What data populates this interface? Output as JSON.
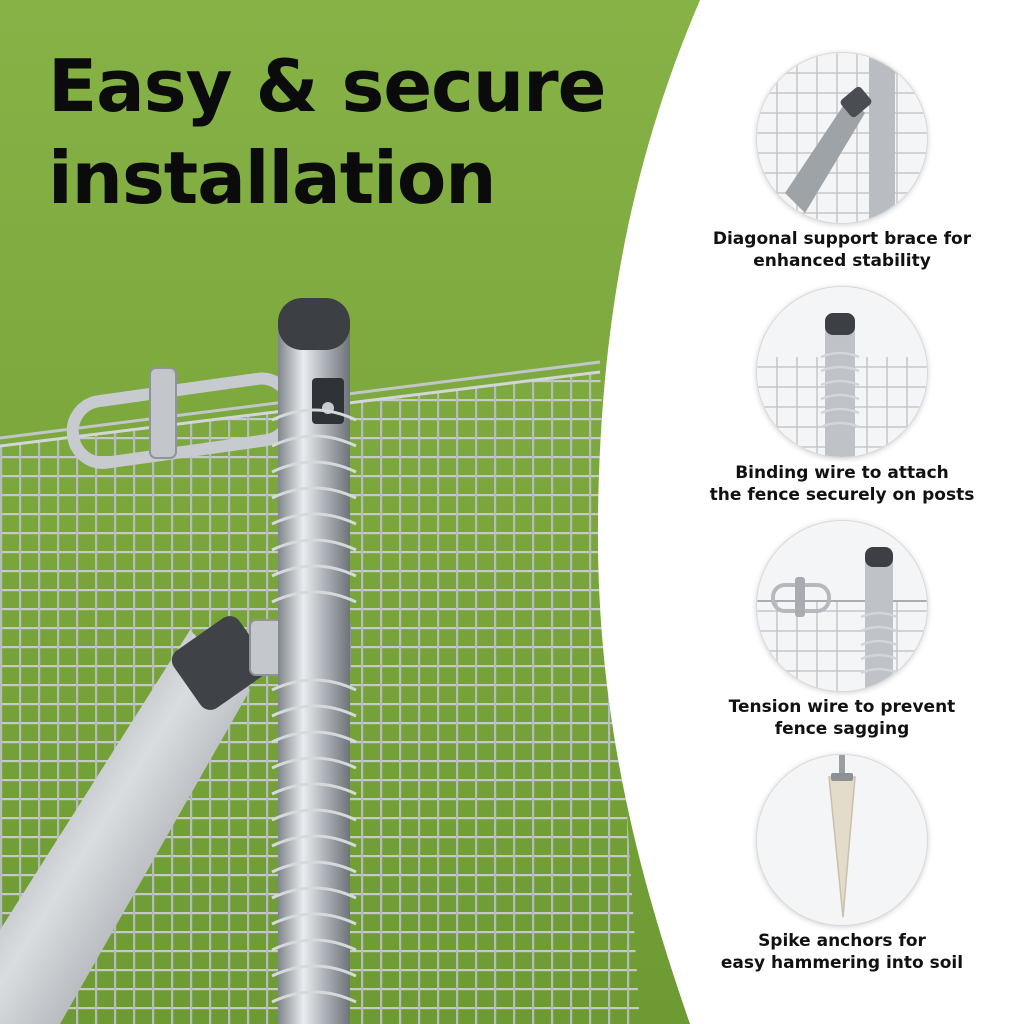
{
  "headline": {
    "line1": "Easy & secure",
    "line2": "installation"
  },
  "colors": {
    "grass": "#7faa3e",
    "panel": "#ffffff",
    "metal": "#b8bcc0",
    "cap": "#3c3f43"
  },
  "features": [
    {
      "icon": "diagonal-brace-icon",
      "line1": "Diagonal support brace for",
      "line2": "enhanced stability"
    },
    {
      "icon": "binding-wire-icon",
      "line1": "Binding wire to attach",
      "line2": "the fence securely on posts"
    },
    {
      "icon": "tension-wire-icon",
      "line1": "Tension wire to prevent",
      "line2": "fence sagging"
    },
    {
      "icon": "spike-anchor-icon",
      "line1": "Spike anchors for",
      "line2": "easy hammering into soil"
    }
  ]
}
